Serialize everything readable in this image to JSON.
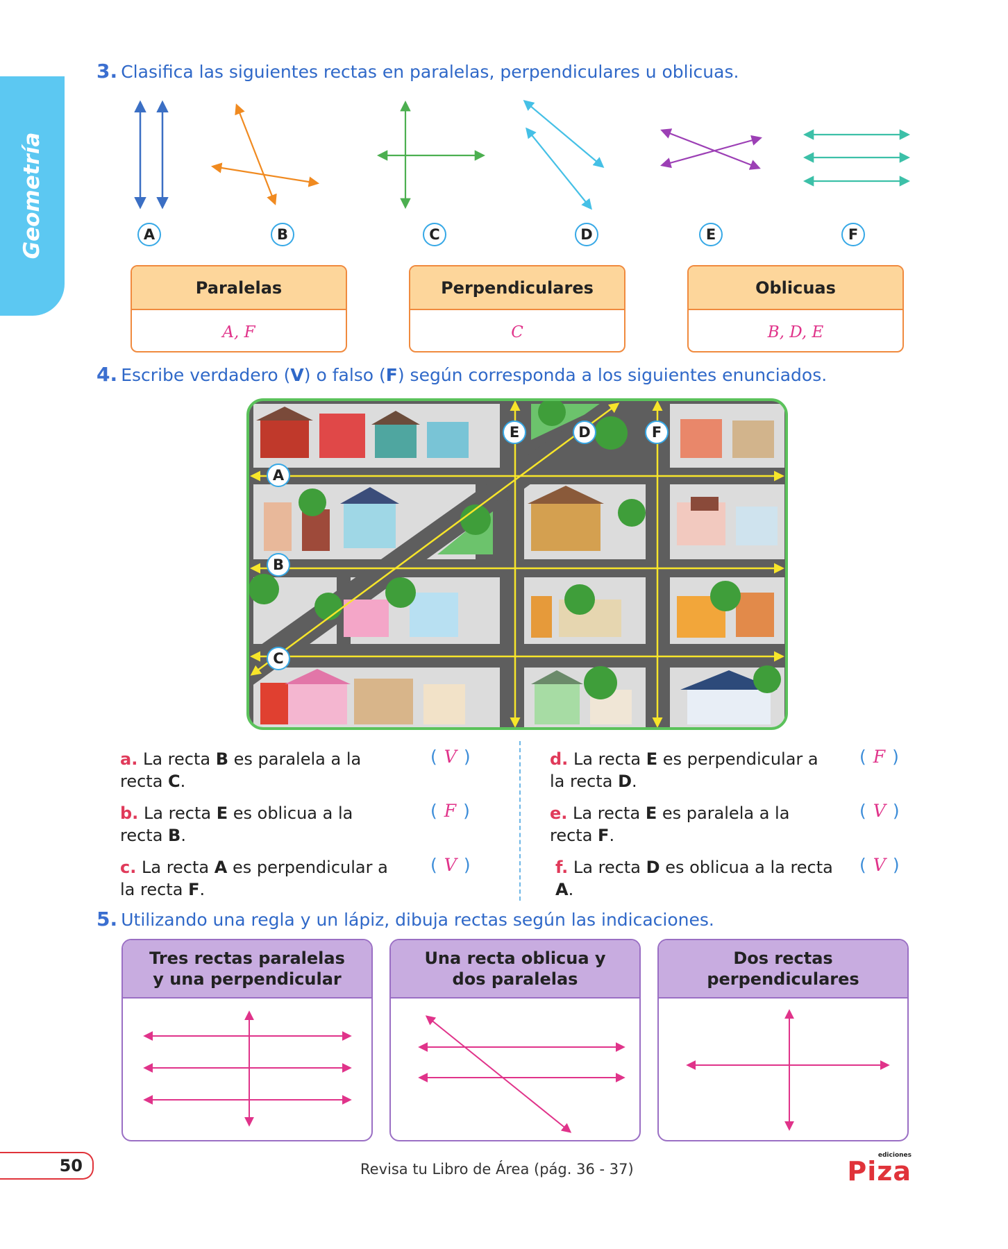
{
  "side_tab": {
    "label": "Geometría"
  },
  "q3": {
    "number": "3.",
    "text": "Clasifica las siguientes rectas en paralelas, perpendiculares u oblicuas.",
    "figure_labels": [
      "A",
      "B",
      "C",
      "D",
      "E",
      "F"
    ],
    "tables": [
      {
        "header": "Paralelas",
        "answer": "A, F"
      },
      {
        "header": "Perpendiculares",
        "answer": "C"
      },
      {
        "header": "Oblicuas",
        "answer": "B, D, E"
      }
    ]
  },
  "q4": {
    "number": "4.",
    "text_before": "Escribe verdadero (",
    "v": "V",
    "text_mid": ") o falso (",
    "f": "F",
    "text_after": ") según corresponda a los siguientes enunciados.",
    "map_labels": [
      "A",
      "B",
      "C",
      "D",
      "E",
      "F"
    ],
    "statements": [
      {
        "letter": "a.",
        "p1": "La recta ",
        "b1": "B",
        "p2": " es paralela a la recta ",
        "b2": "C",
        "p3": ".",
        "answer": "V"
      },
      {
        "letter": "b.",
        "p1": "La recta ",
        "b1": "E",
        "p2": " es oblicua a la recta ",
        "b2": "B",
        "p3": ".",
        "answer": "F"
      },
      {
        "letter": "c.",
        "p1": "La recta ",
        "b1": "A",
        "p2": " es perpendicular a la recta ",
        "b2": "F",
        "p3": ".",
        "answer": "V"
      },
      {
        "letter": "d.",
        "p1": "La recta ",
        "b1": "E",
        "p2": " es perpendicular a la recta ",
        "b2": "D",
        "p3": ".",
        "answer": "F"
      },
      {
        "letter": "e.",
        "p1": "La recta ",
        "b1": "E",
        "p2": " es paralela a la recta ",
        "b2": "F",
        "p3": ".",
        "answer": "V"
      },
      {
        "letter": "f.",
        "p1": "La recta ",
        "b1": "D",
        "p2": " es oblicua a la recta ",
        "b2": "A",
        "p3": ".",
        "answer": "V"
      }
    ],
    "paren_open": "(",
    "paren_close": ")"
  },
  "q5": {
    "number": "5.",
    "text": "Utilizando una regla y un lápiz, dibuja rectas según las indicaciones.",
    "cards": [
      {
        "title_line1": "Tres rectas paralelas",
        "title_line2": "y una perpendicular"
      },
      {
        "title_line1": "Una recta oblicua y",
        "title_line2": "dos  paralelas"
      },
      {
        "title_line1": "Dos rectas",
        "title_line2": "perpendiculares"
      }
    ]
  },
  "footer": {
    "page_number": "50",
    "reference": "Revisa tu Libro de Área (pág. 36 - 37)",
    "brand_small": "ediciones",
    "brand": "Piza"
  },
  "colors": {
    "accent_blue": "#2f68c8",
    "tab_blue": "#5cc8f2",
    "orange": "#f08a3e",
    "magenta": "#e0338a",
    "purple": "#9a6fc4",
    "map_green": "#5bc25b",
    "road": "#5e5e5e",
    "line_yellow": "#f7e52a"
  }
}
